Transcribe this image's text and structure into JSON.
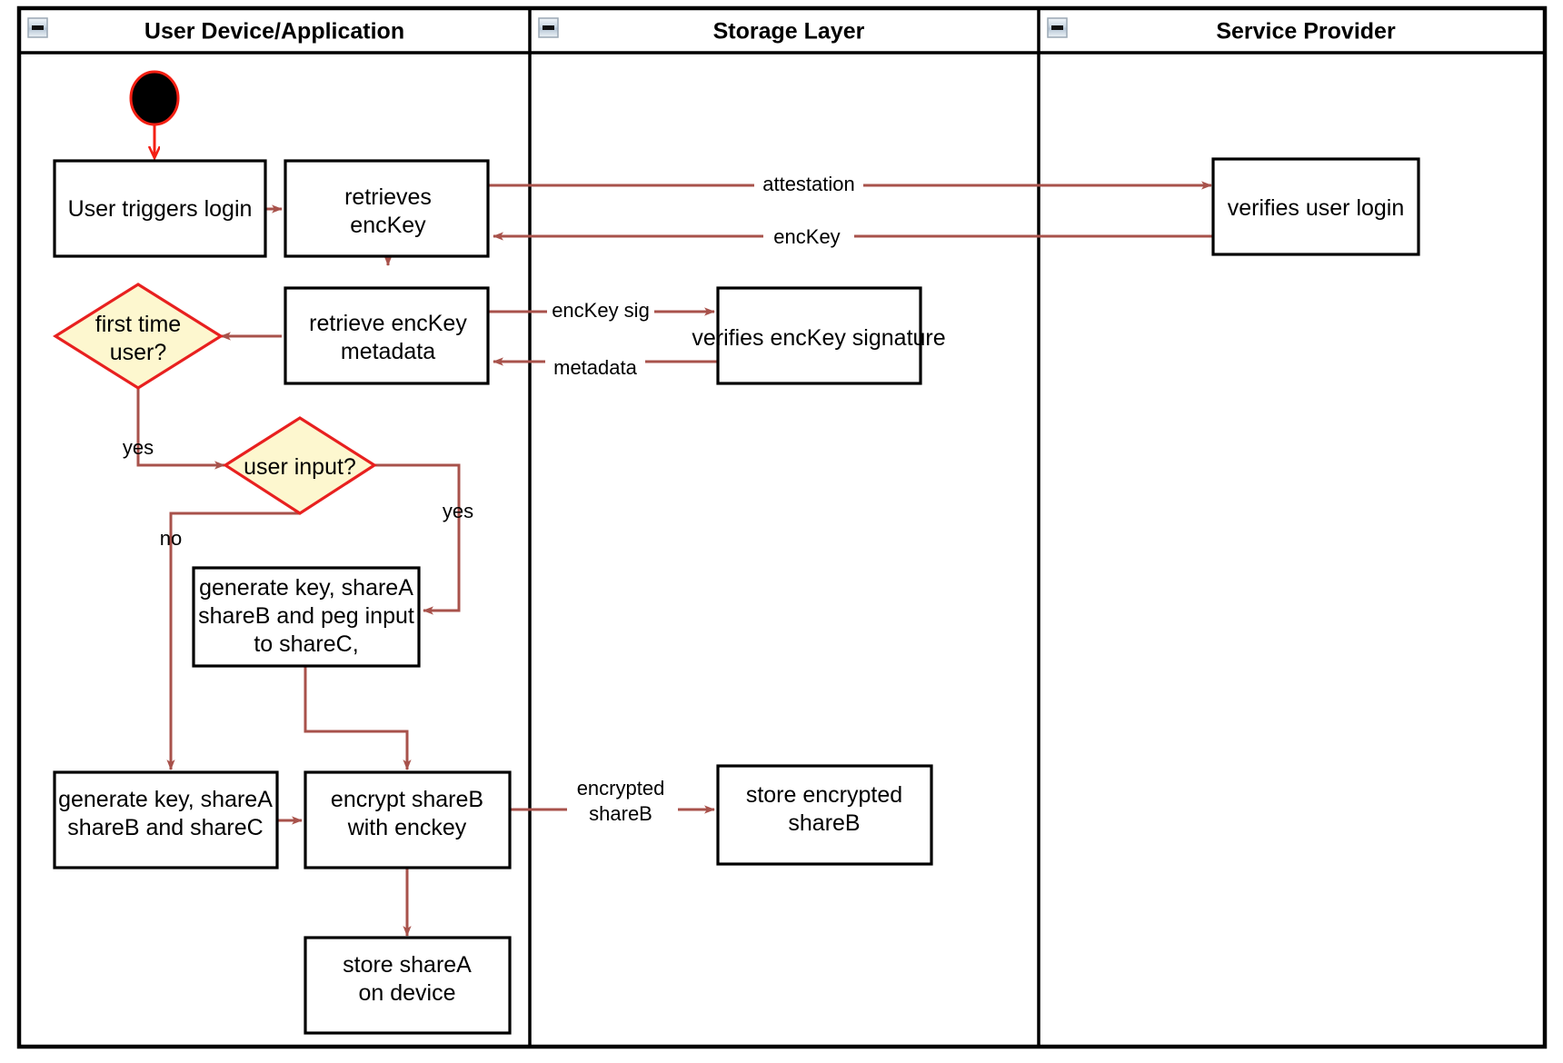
{
  "diagram": {
    "type": "activity-swimlane-diagram",
    "lanes": [
      {
        "id": "lane-user-device",
        "title": "User Device/Application",
        "collapse_icon": "collapse-minus-icon"
      },
      {
        "id": "lane-storage",
        "title": "Storage Layer",
        "collapse_icon": "collapse-minus-icon"
      },
      {
        "id": "lane-service-provider",
        "title": "Service Provider",
        "collapse_icon": "collapse-minus-icon"
      }
    ],
    "nodes": {
      "start": {
        "label": "",
        "shape": "initial-node"
      },
      "user_triggers_login": {
        "label_line1": "User triggers login"
      },
      "retrieves_enckey": {
        "label_line1": "retrieves",
        "label_line2": "encKey"
      },
      "verifies_user_login": {
        "label_line1": "verifies user login"
      },
      "retrieve_enckey_metadata": {
        "label_line1": "retrieve encKey",
        "label_line2": "metadata"
      },
      "verifies_enckey_signature": {
        "label_line1": "verifies encKey signature"
      },
      "first_time_user": {
        "label_line1": "first time",
        "label_line2": "user?",
        "shape": "decision"
      },
      "user_input": {
        "label_line1": "user input?",
        "shape": "decision"
      },
      "generate_peg": {
        "label_line1": "generate key, shareA",
        "label_line2": "shareB and peg input",
        "label_line3": "to shareC,"
      },
      "generate_shares": {
        "label_line1": "generate key, shareA",
        "label_line2": "shareB and shareC"
      },
      "encrypt_shareb": {
        "label_line1": "encrypt shareB",
        "label_line2": "with enckey"
      },
      "store_encrypted_shareb": {
        "label_line1": "store encrypted",
        "label_line2": "shareB"
      },
      "store_sharea": {
        "label_line1": "store shareA",
        "label_line2": "on device"
      }
    },
    "edge_labels": {
      "attestation": "attestation",
      "enckey": "encKey",
      "enckey_sig": "encKey sig",
      "metadata": "metadata",
      "first_time_yes": "yes",
      "user_input_yes": "yes",
      "user_input_no": "no",
      "encrypted_shareb_line1": "encrypted",
      "encrypted_shareb_line2": "shareB"
    },
    "colors": {
      "flow_arrow": "#a8524b",
      "decision_fill": "#fdf7cf",
      "decision_stroke": "#e8201f",
      "node_stroke": "#000000",
      "node_fill": "#ffffff",
      "start_fill": "#000000",
      "start_stroke": "#f41f13",
      "frame_stroke": "#000000"
    }
  }
}
